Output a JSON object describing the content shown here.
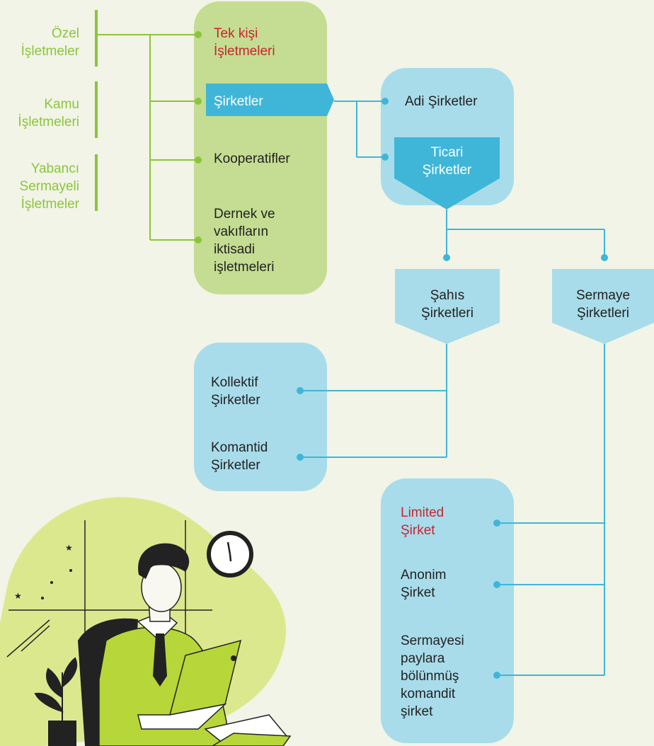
{
  "left_labels": [
    {
      "line1": "Özel",
      "line2": "İşletmeler"
    },
    {
      "line1": "Kamu",
      "line2": "İşletmeleri"
    },
    {
      "line1": "Yabancı",
      "line2": "Sermayeli",
      "line3": "İşletmeler"
    }
  ],
  "green_panel": {
    "tek_kisi": {
      "line1": "Tek kişi",
      "line2": "İşletmeleri"
    },
    "sirketler": "Şirketler",
    "kooperatifler": "Kooperatifler",
    "dernek": {
      "line1": "Dernek ve",
      "line2": "vakıfların",
      "line3": "iktisadi",
      "line4": "işletmeleri"
    }
  },
  "sirket_panel": {
    "adi": "Adi Şirketler",
    "ticari": {
      "line1": "Ticari",
      "line2": "Şirketler"
    }
  },
  "sahis": {
    "line1": "Şahıs",
    "line2": "Şirketleri"
  },
  "sermaye": {
    "line1": "Sermaye",
    "line2": "Şirketleri"
  },
  "sahis_panel": {
    "kollektif": {
      "line1": "Kollektif",
      "line2": "Şirketler"
    },
    "komantid": {
      "line1": "Komantid",
      "line2": "Şirketler"
    }
  },
  "sermaye_panel": {
    "limited": {
      "line1": "Limited",
      "line2": "Şirket"
    },
    "anonim": {
      "line1": "Anonim",
      "line2": "Şirket"
    },
    "sermayesi": {
      "line1": "Sermayesi",
      "line2": "paylara",
      "line3": "bölünmüş",
      "line4": "komandit",
      "line5": "şirket"
    }
  },
  "colors": {
    "green": "#8cc43c",
    "light_green": "#c5dd92",
    "blue": "#3fb6d8",
    "light_blue": "#a8dcea",
    "red": "#c8242e"
  }
}
